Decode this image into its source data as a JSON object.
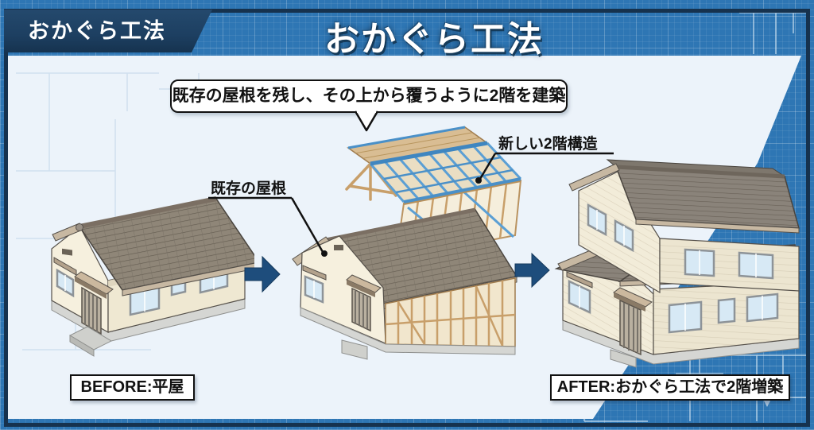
{
  "header": {
    "badge": "おかぐら工法",
    "title": "おかぐら工法"
  },
  "callout": {
    "text": "既存の屋根を残し、その上から覆うように2階を建築"
  },
  "annotations": {
    "existing_roof": "既存の屋根",
    "new_structure": "新しい2階構造"
  },
  "stages": {
    "before": {
      "caption": "BEFORE:平屋"
    },
    "after": {
      "caption": "AFTER:おかぐら工法で2階増築"
    }
  },
  "colors": {
    "bg-blue": "#2e76b4",
    "frame-navy": "#16324e",
    "badge-navy": "#1d3f61",
    "panel": "#ecf3fa",
    "ink": "#111111",
    "arrow-navy": "#1e4d7c",
    "steel-blue": "#5b9fd4",
    "wood-tan": "#d9b98c",
    "wall-cream": "#f4eedb",
    "roof-gray": "#8d8578",
    "title-white": "#ffffff"
  }
}
